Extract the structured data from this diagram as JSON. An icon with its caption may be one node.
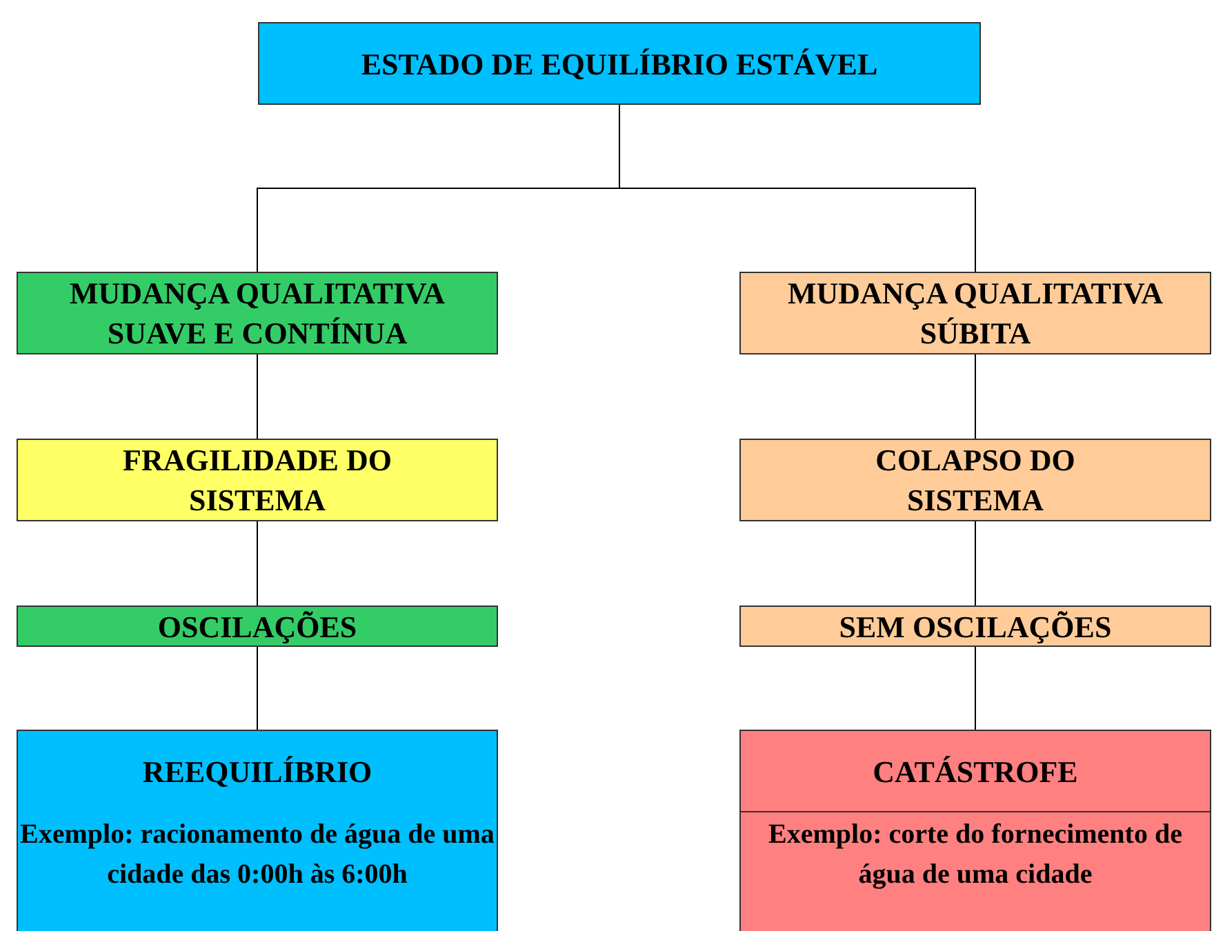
{
  "diagram": {
    "nodes": [
      {
        "text": [
          "ESTADO DE EQUILÍBRIO ESTÁVEL"
        ]
      },
      {
        "text": [
          "MUDANÇA QUALITATIVA SUAVE E CONTÍNUA"
        ]
      },
      {
        "text": [
          "MUDANÇA QUALITATIVA SÚBITA"
        ]
      },
      {
        "text": [
          "FRAGILIDADE DO SISTEMA"
        ]
      },
      {
        "text": [
          "COLAPSO DO SISTEMA"
        ]
      },
      {
        "text": [
          "OSCILAÇÕES"
        ]
      },
      {
        "text": [
          "SEM OSCILAÇÕES"
        ]
      },
      {
        "text": [
          "REEQUILÍBRIO",
          "Exemplo: racionamento de água de uma cidade das 0:00h às 6:00h"
        ]
      },
      {
        "text": [
          "CATÁSTROFE",
          "Exemplo: corte do fornecimento de água de uma cidade"
        ]
      }
    ],
    "edges": [
      {
        "from": 0,
        "to": 1,
        "arrow": "none"
      },
      {
        "from": 0,
        "to": 2,
        "arrow": "none"
      },
      {
        "from": 1,
        "to": 3,
        "arrow": "none"
      },
      {
        "from": 2,
        "to": 4,
        "arrow": "none"
      },
      {
        "from": 3,
        "to": 5,
        "arrow": "none"
      },
      {
        "from": 4,
        "to": 6,
        "arrow": "none"
      },
      {
        "from": 5,
        "to": 7,
        "arrow": "none"
      },
      {
        "from": 6,
        "to": 8,
        "arrow": "none"
      }
    ]
  }
}
